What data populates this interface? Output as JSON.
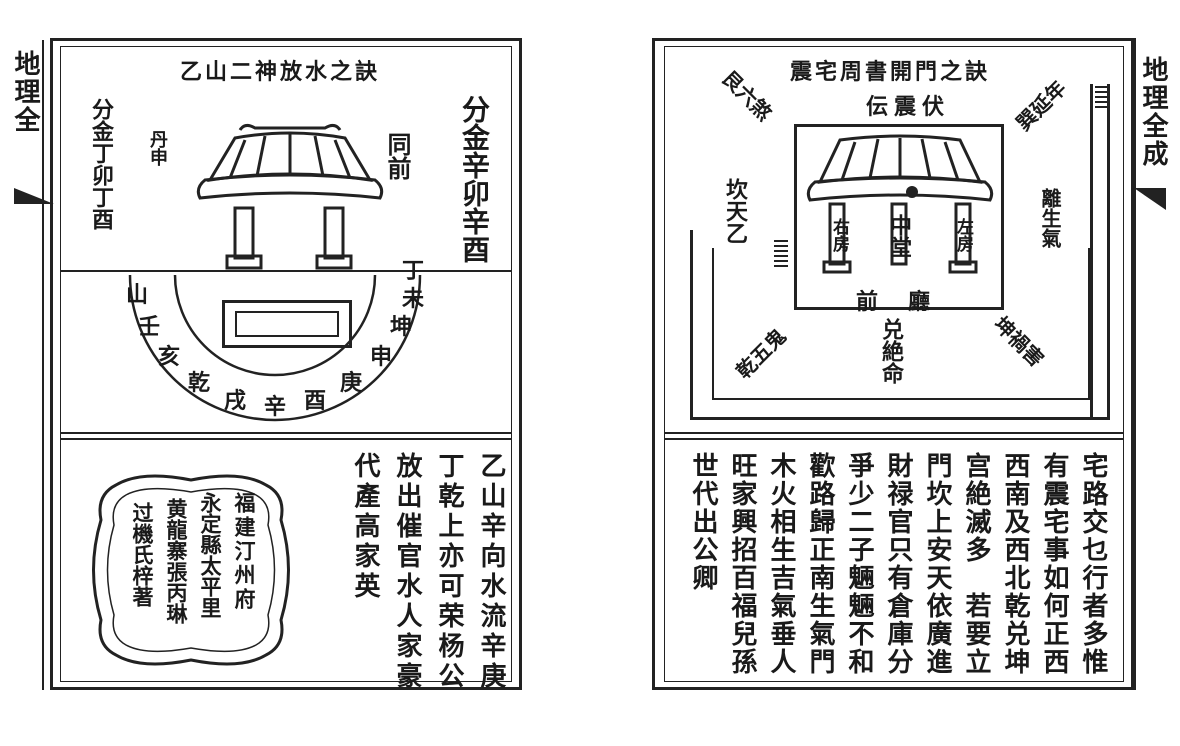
{
  "left_page": {
    "side_title": "地理全",
    "title": "乙山二神放水之訣",
    "caption_right": "分金辛卯辛酉",
    "caption_tongqian": "同前",
    "caption_left": "分金丁卯丁酉",
    "caption_small": "丹申",
    "arc_chars": [
      "山",
      "壬",
      "亥",
      "乾",
      "戌",
      "辛",
      "酉",
      "庚",
      "申",
      "坤",
      "未",
      "丁"
    ],
    "body_lines": [
      "乙山辛向水流辛庚",
      "丁乾上亦可荣杨公",
      "放出催官水人家豪",
      "代產高家英"
    ],
    "cartouche_lines": [
      "福建汀州府",
      "永定縣太平里",
      "黄龍寨張丙琳",
      "过機氏梓著"
    ]
  },
  "right_page": {
    "side_title": "地理全成",
    "title": "震宅周書開門之訣",
    "diagram_labels": {
      "top": "伝震伏",
      "center": "中堂",
      "left_room": "右房",
      "right_room": "左房",
      "front_hall": "前廳",
      "bottom": "兑絶命",
      "left_gate": "坎天乙",
      "top_left_corner": "艮六煞",
      "top_right_corner": "巽延年",
      "right_gate": "離生氣",
      "bottom_left_corner": "乾五鬼",
      "bottom_right_corner": "坤禍害"
    },
    "body_lines": [
      "宅路交乜行者多惟",
      "有震宅事如何正西",
      "西南及西北乾兑坤",
      "宫絶滅多　若要立",
      "門坎上安天依廣進",
      "財禄官只有倉庫分",
      "爭少二子魎魎不和",
      "歡路歸正南生氣門",
      "木火相生吉氣垂人",
      "旺家興招百福兒孫",
      "世代出公卿"
    ]
  }
}
